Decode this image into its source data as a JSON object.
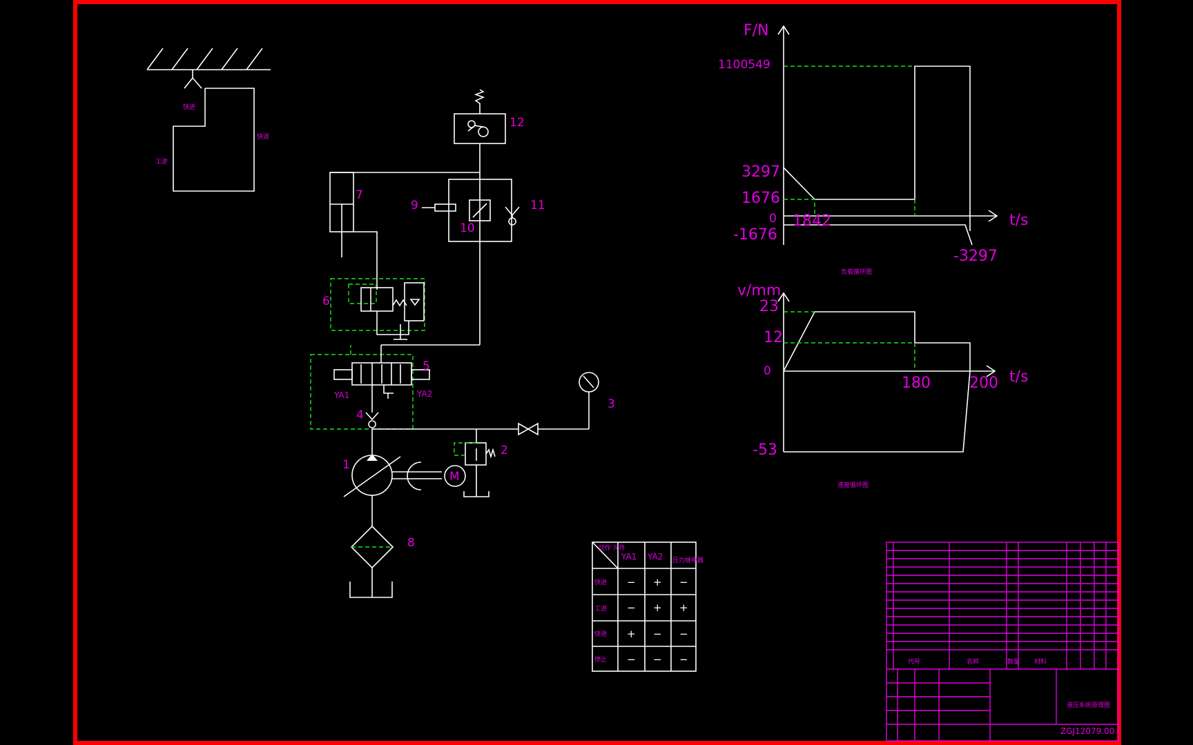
{
  "diagram": {
    "components": {
      "n1": "1",
      "n2": "2",
      "n3": "3",
      "n4": "4",
      "n5": "5",
      "n6": "6",
      "n7": "7",
      "n8": "8",
      "n9": "9",
      "n10": "10",
      "n11": "11",
      "n12": "12",
      "motor": "M",
      "ya1": "YA1",
      "ya2": "YA2"
    },
    "sketch_labels": {
      "a": "快进",
      "b": "工进",
      "c": "快退"
    }
  },
  "force_chart": {
    "ylabel": "F/N",
    "xlabel": "t/s",
    "ticks_y": [
      "1100549",
      "3297",
      "1676",
      "0",
      "-1676"
    ],
    "tick_x": "1842",
    "tick_neg": "-3297",
    "caption": "负载循环图"
  },
  "velocity_chart": {
    "ylabel": "v/mm",
    "xlabel": "t/s",
    "ticks_y": [
      "23",
      "12",
      "0",
      "-53"
    ],
    "ticks_x": [
      "180",
      "200"
    ],
    "caption": "速度循环图"
  },
  "chart_data": [
    {
      "type": "line",
      "ylabel": "F/N",
      "xlabel": "t/s",
      "y_ticks": [
        1100549,
        3297,
        1676,
        0,
        -1676,
        -3297
      ],
      "x_ticks": [
        1842
      ]
    },
    {
      "type": "line",
      "ylabel": "v/mm",
      "xlabel": "t/s",
      "y_ticks": [
        23,
        12,
        0,
        -53
      ],
      "x_ticks": [
        180,
        200
      ]
    }
  ],
  "action_table": {
    "corner": "动作 元件",
    "headers": [
      "YA1",
      "YA2",
      "压力继电器"
    ],
    "rows": [
      {
        "label": "快进",
        "cells": [
          "−",
          "+",
          "−"
        ]
      },
      {
        "label": "工进",
        "cells": [
          "−",
          "+",
          "+"
        ]
      },
      {
        "label": "快退",
        "cells": [
          "+",
          "−",
          "−"
        ]
      },
      {
        "label": "停止",
        "cells": [
          "−",
          "−",
          "−"
        ]
      }
    ]
  },
  "title_block": {
    "drawing_title": "液压系统原理图",
    "drawing_no": "ZGJ12079.00",
    "col_no": "代号",
    "col_name": "名称",
    "col_qty": "数量",
    "col_material": "材料",
    "colors": {
      "frame": "#ff0000",
      "title_block": "#e000e0",
      "line": "#ffffff",
      "dash": "#19e619"
    }
  }
}
